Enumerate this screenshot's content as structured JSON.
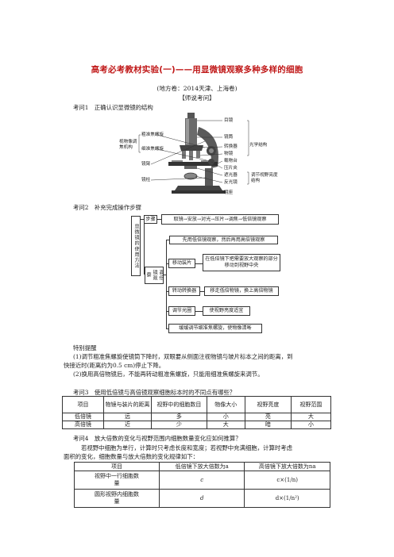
{
  "title": "高考必考教材实验(一)——用显微镜观察多种多样的细胞",
  "subtitle": "(地方卷：2014天津、上海卷)",
  "section_header": "【师说考问】",
  "q1": "考问1　正确认识显微镜的结构",
  "scope_labels": {
    "coarse": "粗准焦螺旋",
    "fine": "细准焦螺旋",
    "group_adjust": "视物像调焦机构",
    "arm": "镜臂",
    "base": "镜柱",
    "eyepiece": "目镜",
    "tube": "镜筒",
    "nosepiece": "转换器",
    "objective": "物镜",
    "stage": "载物台",
    "clips": "压片夹",
    "aperture": "遮光器",
    "mirror": "反光镜",
    "foot": "镜座",
    "optical": "光学结构",
    "light_adjust": "调节视野亮度结构"
  },
  "q2": "考问2　补充完成操作步骤",
  "flow": {
    "left_label": "显微镜的使用方法",
    "steps_label": "步骤",
    "steps_text": "取镜→安放→对光→压片→调焦→低倍镜观察",
    "high_label": "高倍镜观察",
    "first": "先用低倍镜观察，然后再用高倍镜观察",
    "move_label": "移动装片",
    "move_text": "在低倍镜下把需要放大观察的部分移动到视野中央",
    "turn_label": "转动转换器",
    "turn_text": "移走低倍物镜，换上高倍物镜",
    "light_label": "调节光圈",
    "light_text": "使视野亮度适宜",
    "focus_text": "缓缓调节细准焦螺旋，使物像清晰"
  },
  "tips": {
    "header": "特别提醒",
    "line1": "(1)调节粗准焦螺旋使镜筒下降时，双眼要从侧面注视物镜与玻片标本之间的距离，到",
    "line2": "快接近时(距离约为0.5 cm)停止下降。",
    "line3": "(2)换用高倍物镜后，不能再转动粗准焦螺旋，只能用细准焦螺旋来调节。"
  },
  "q3": "考问3　使用低倍镜与高倍镜观察细胞标本时的不同点有哪些？",
  "table1": {
    "headers": [
      "项目",
      "物镜与装片的距离",
      "视野中的细胞数目",
      "物像大小",
      "视野亮度",
      "视野范围"
    ],
    "rows": [
      [
        "低倍镜",
        "远",
        "多",
        "小",
        "亮",
        "大"
      ],
      [
        "高倍镜",
        "近",
        "少",
        "大",
        "暗",
        "小"
      ]
    ]
  },
  "q4": "考问4　放大倍数的变化与视野范围内细胞数量变化应如何推算？",
  "q4_line1": "若视野中细胞为单行，计算时只考虑长度和宽度；若视野中充满细胞，计算时考虑",
  "q4_line2": "面积的变化，细胞数量与放大倍数的变化规律如下：",
  "table2": {
    "headers": [
      "项目",
      "低倍镜下放大倍数为a",
      "高倍镜下放大倍数为na"
    ],
    "rows": [
      [
        "视野中一行细胞数量",
        "c",
        "c×(1/n)"
      ],
      [
        "圆形视野内细胞数量",
        "d",
        "d×(1/n²)"
      ]
    ]
  }
}
